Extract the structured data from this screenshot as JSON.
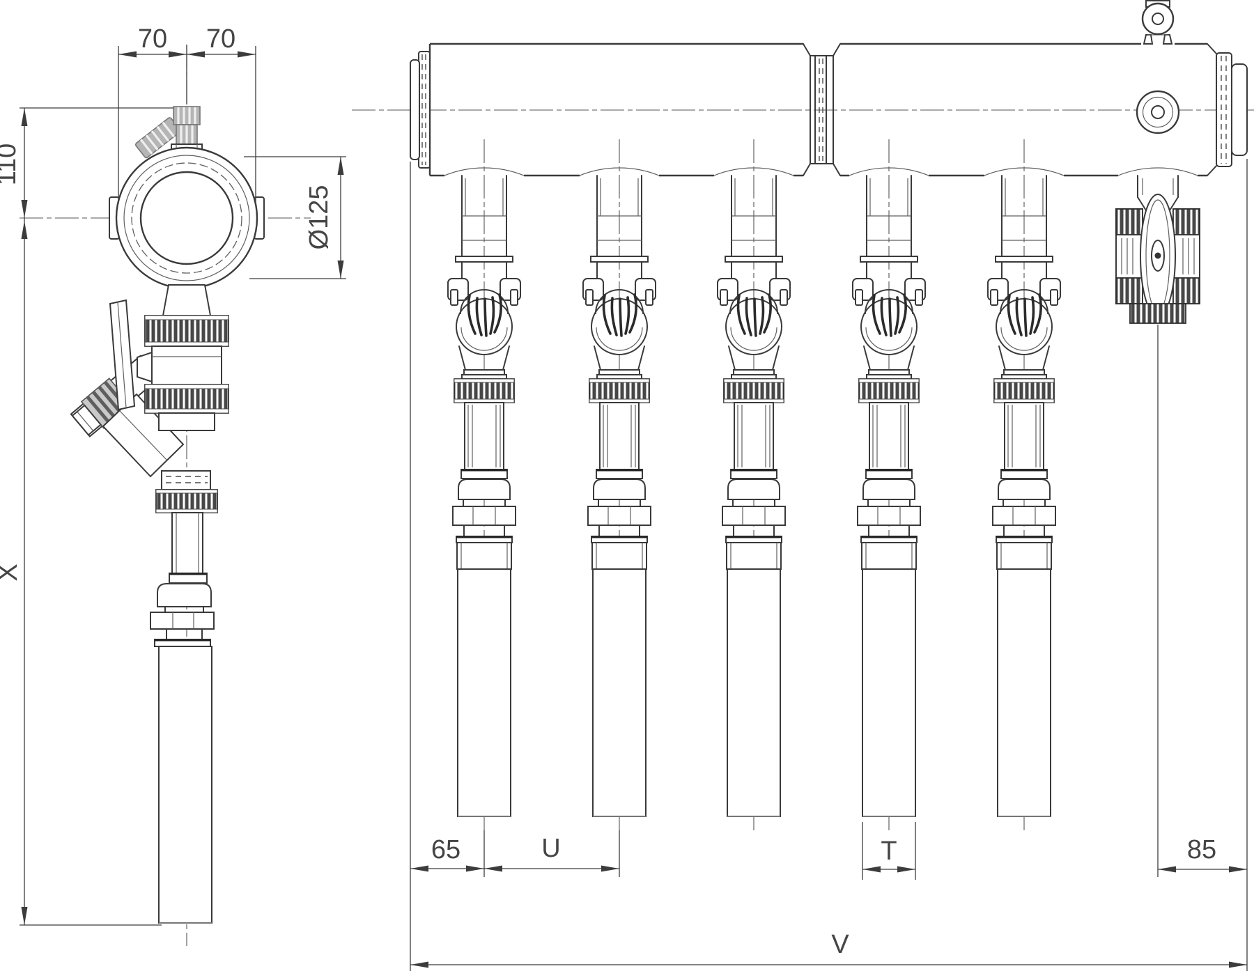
{
  "drawing": {
    "kind": "technical-dimension-drawing",
    "subject": "heating distribution manifold with five valve outlets, end cap, fill-drain valve and air vent",
    "views": {
      "left": "side cross-section of manifold with drain valve assembly",
      "front": "front elevation of manifold with five outlet valve assemblies and end ball valve"
    },
    "dimensions": {
      "left_view": {
        "top_left": "70",
        "top_right": "70",
        "height": "110",
        "diameter": "Ø125",
        "overall_height": "X"
      },
      "front_view": {
        "first_outlet": "65",
        "outlet_spacing": "U",
        "pipe_dia": "T",
        "end_offset": "85",
        "overall_length": "V"
      }
    },
    "colors": {
      "line": "#3a3a3a",
      "centerline": "#555555",
      "fill": "#ffffff",
      "metal_gray": "#b5b5b5"
    }
  }
}
